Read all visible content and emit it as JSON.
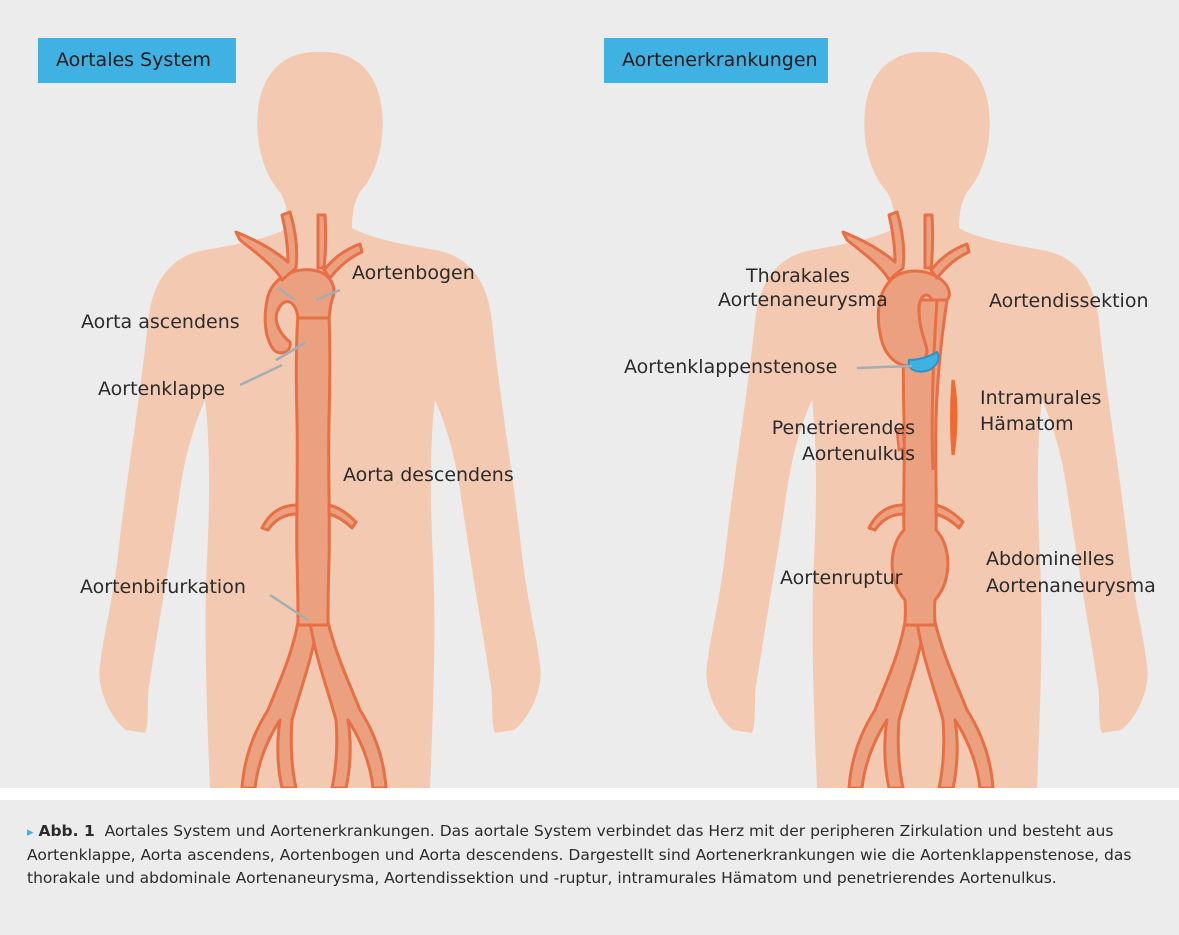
{
  "panels": [
    {
      "title": "Aortales System",
      "labels": {
        "aortenbogen": "Aortenbogen",
        "aorta_ascendens": "Aorta ascendens",
        "aortenklappe": "Aortenklappe",
        "aorta_descendens": "Aorta descendens",
        "aortenbifurkation": "Aortenbifurkation"
      }
    },
    {
      "title": "Aortenerkrankungen",
      "labels": {
        "thorakales_1": "Thorakales",
        "thorakales_2": "Aortenaneurysma",
        "aortendissektion": "Aortendissektion",
        "aortenklappenstenose": "Aortenklappenstenose",
        "intramurales_1": "Intramurales",
        "intramurales_2": "Hämatom",
        "penetrierendes_1": "Penetrierendes",
        "penetrierendes_2": "Aortenulkus",
        "abdominelles_1": "Abdominelles",
        "abdominelles_2": "Aortenaneurysma",
        "aortenruptur": "Aortenruptur"
      }
    }
  ],
  "colors": {
    "background": "#ececec",
    "body": "#f4c9b1",
    "aorta_fill": "#eba07f",
    "aorta_stroke": "#e76f45",
    "highlight_blue": "#3fb1e3",
    "hematoma": "#ef6a30",
    "leader_line": "#a3adb4"
  },
  "caption": {
    "marker": "▸",
    "figure_no": "Abb. 1",
    "text": "Aortales System und Aortenerkrankungen. Das aortale System verbindet das Herz mit der peripheren Zirkulation und besteht aus Aortenklappe, Aorta ascendens, Aortenbogen und Aorta descendens. Dargestellt sind Aortenerkrankungen wie die Aortenklappenstenose, das thorakale und abdominale Aortenaneurysma, Aortendissektion und -ruptur, intramurales Hämatom und penetrierendes Aortenulkus."
  }
}
